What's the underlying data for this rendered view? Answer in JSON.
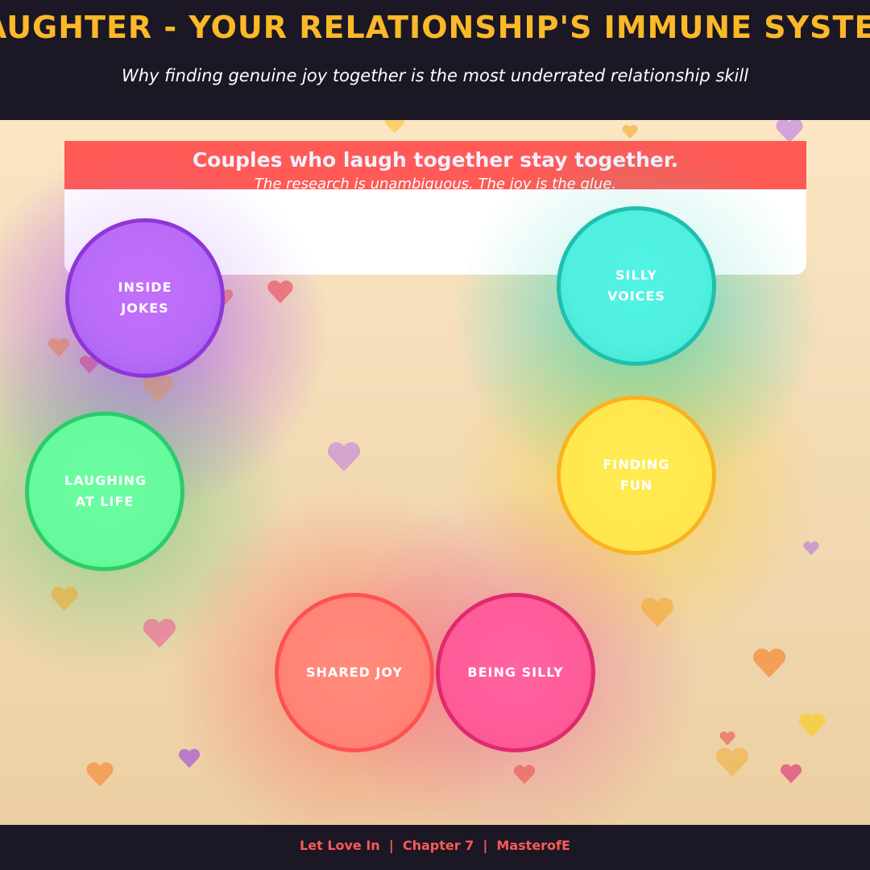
{
  "header": {
    "title": "LAUGHTER - YOUR RELATIONSHIP'S IMMUNE SYSTEM",
    "subtitle": "Why finding genuine joy together is the most underrated relationship skill"
  },
  "banner": {
    "headline": "Couples who laugh together stay together.",
    "subline": "The research is unambiguous. The joy is the glue."
  },
  "bubbles": [
    {
      "label": "INSIDE JOKES",
      "fill": "#b86cf8",
      "border": "#8e36d6",
      "glow": "#a855f7"
    },
    {
      "label": "SILLY VOICES",
      "fill": "#4ff0e0",
      "border": "#1fbfae",
      "glow": "#2dd4bf"
    },
    {
      "label": "LAUGHING AT LIFE",
      "fill": "#66fb9c",
      "border": "#2ccb6b",
      "glow": "#22c55e"
    },
    {
      "label": "FINDING FUN",
      "fill": "#ffe84e",
      "border": "#fbb21f",
      "glow": "#facc15"
    },
    {
      "label": "SHARED JOY",
      "fill": "#ff8577",
      "border": "#ff5151",
      "glow": "#ff4d4d"
    },
    {
      "label": "BEING SILLY",
      "fill": "#ff5c9a",
      "border": "#e02a6e",
      "glow": "#ec4899"
    }
  ],
  "footer": {
    "text": "Let Love In  |  Chapter 7  |  MasterofE"
  },
  "colors": {
    "dark_bar": "#1b1724",
    "title_accent": "#fbb829",
    "red_accent": "#ff5a56"
  },
  "decorations": {
    "icon": "heart-icon"
  }
}
